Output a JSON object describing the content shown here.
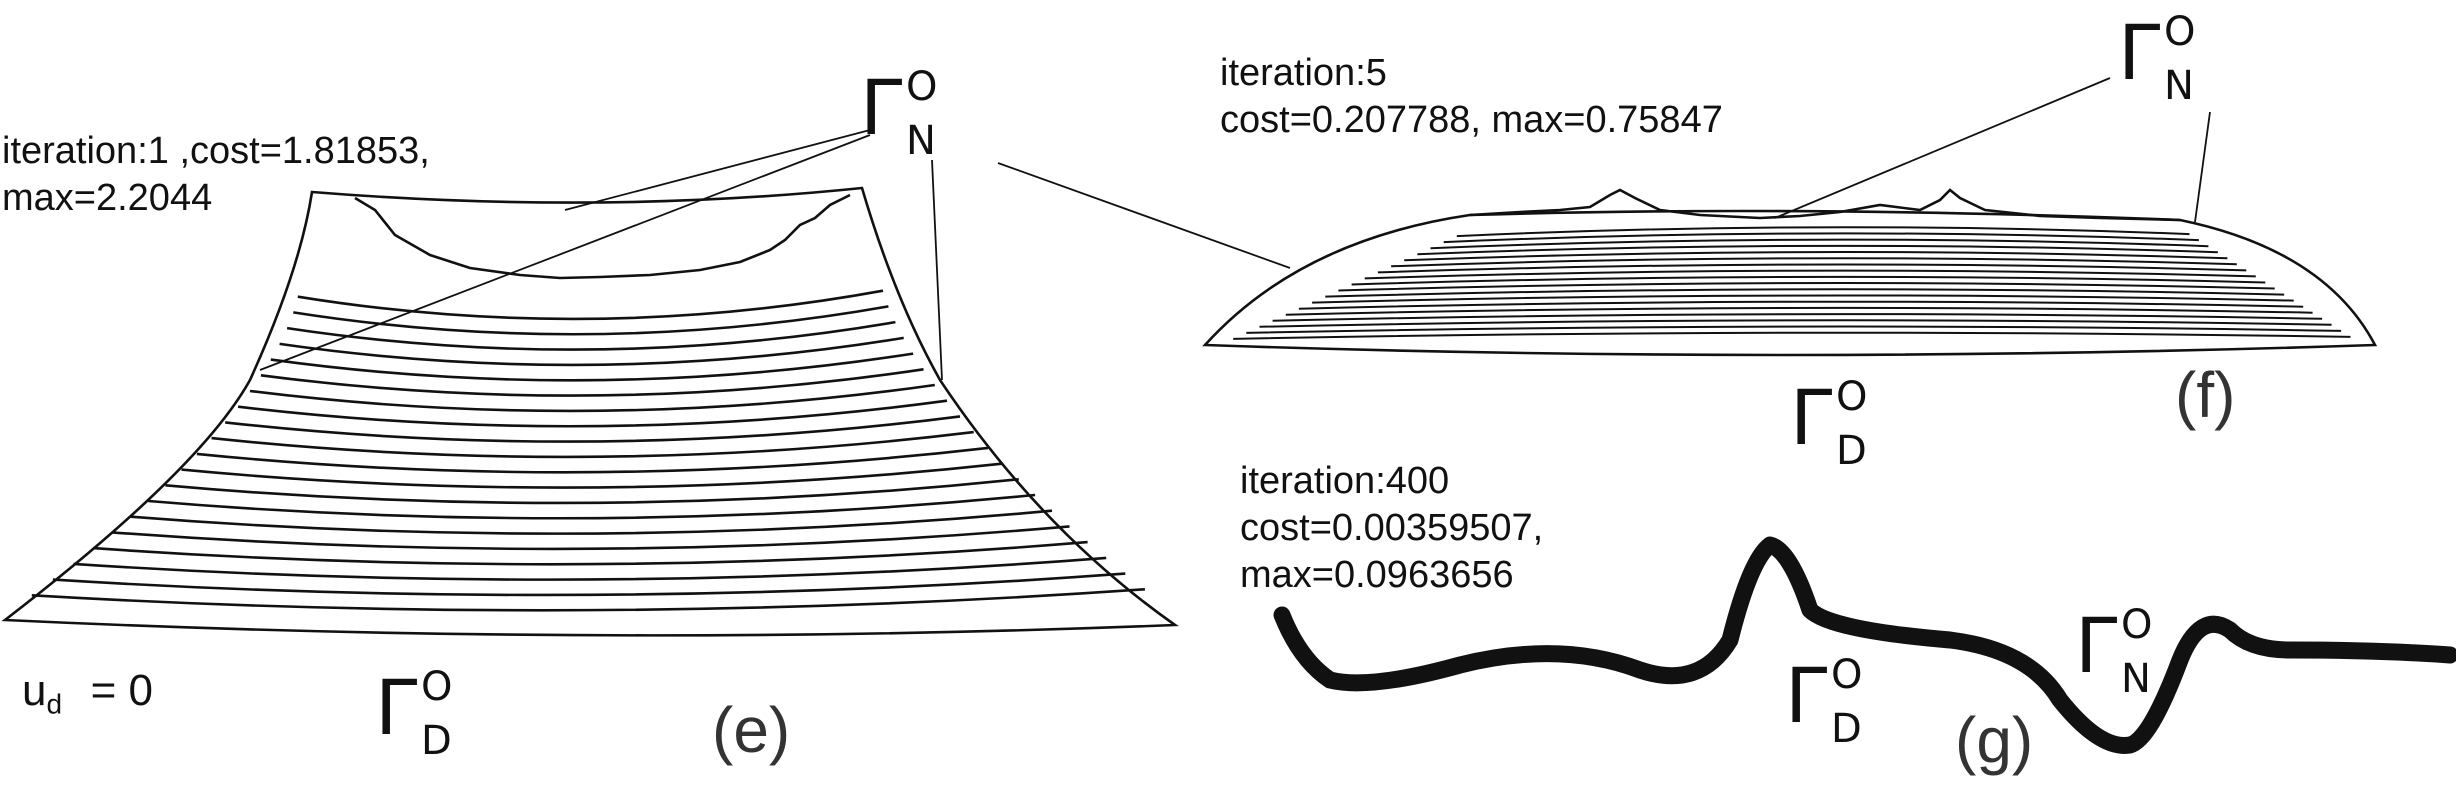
{
  "panel_e": {
    "iter_line1": "iteration:1 ,cost=1.81853,",
    "iter_line2": "max=2.2044",
    "tag": "(e)",
    "ud_main": "u",
    "ud_sub": "d",
    "ud_rest": "= 0",
    "gamma_n": {
      "symbol": "Γ",
      "sub": "N",
      "sup": "O"
    },
    "gamma_d": {
      "symbol": "Γ",
      "sub": "D",
      "sup": "O"
    }
  },
  "panel_f": {
    "iter_line1": "iteration:5",
    "iter_line2": "cost=0.207788, max=0.75847",
    "tag": "(f)",
    "gamma_n": {
      "symbol": "Γ",
      "sub": "N",
      "sup": "O"
    },
    "gamma_d": {
      "symbol": "Γ",
      "sub": "D",
      "sup": "O"
    }
  },
  "panel_g": {
    "iter_line1": "iteration:400",
    "iter_line2": "cost=0.00359507,",
    "iter_line3": "max=0.0963656",
    "tag": "(g)",
    "gamma_n": {
      "symbol": "Γ",
      "sub": "N",
      "sup": "O"
    },
    "gamma_d": {
      "symbol": "Γ",
      "sub": "D",
      "sup": "O"
    }
  }
}
